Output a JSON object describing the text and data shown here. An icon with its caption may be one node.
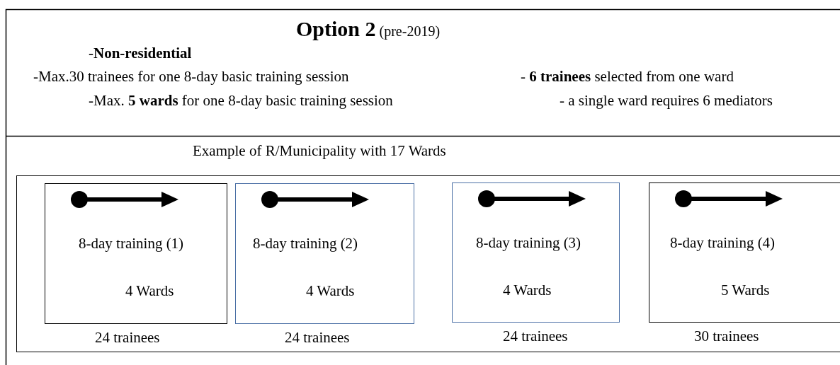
{
  "diagram": {
    "title": "**Option 2** (pre-2019)",
    "nodes": [
      {
        "text": [
          "Example of R/Municipality with 17 Wards"
        ]
      },
      {
        "text": [
          "8-day training (1)",
          "4 Wards"
        ],
        "in": 0,
        "beside": [
          "24 trainees"
        ]
      },
      {
        "text": [
          "8-day training (2)",
          "4 Wards"
        ],
        "in": 0,
        "beside": [
          "24 trainees"
        ]
      },
      {
        "text": [
          "8-day training (3)",
          "4 Wards"
        ],
        "in": 0,
        "beside": [
          "24 trainees"
        ]
      },
      {
        "text": [
          "8-day training (4)",
          "5 Wards"
        ],
        "in": 0,
        "beside": [
          "30 trainees"
        ]
      }
    ],
    "labels": [
      "-**Non-residential**",
      "-Max.30 trainees for one 8-day basic training session",
      "- **6 trainees** selected from one ward",
      "-Max. **5 wards** for one 8-day basic training session",
      "- a single ward requires 6 mediators"
    ]
  }
}
